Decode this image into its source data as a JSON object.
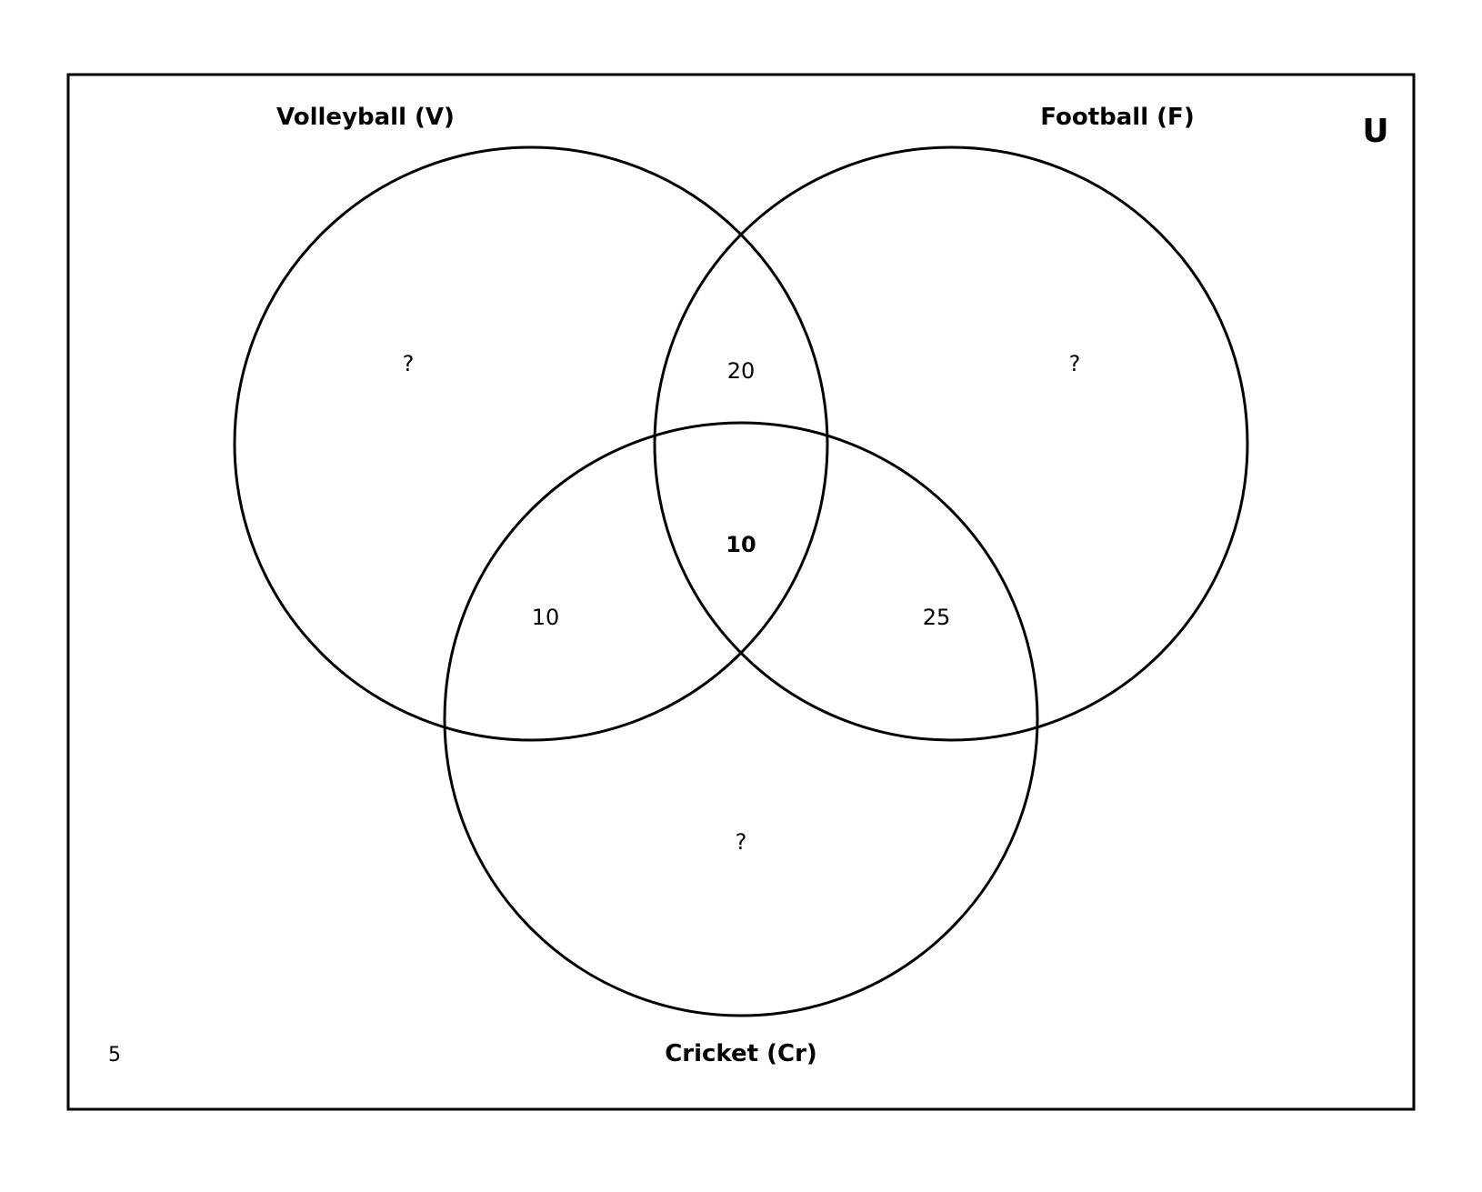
{
  "universe": {
    "label": "U"
  },
  "sets": {
    "volleyball": {
      "label": "Volleyball (V)"
    },
    "football": {
      "label": "Football (F)"
    },
    "cricket": {
      "label": "Cricket (Cr)"
    }
  },
  "regions": {
    "v_only": "?",
    "f_only": "?",
    "cr_only": "?",
    "v_and_f_only": "20",
    "v_and_cr_only": "10",
    "f_and_cr_only": "25",
    "all_three": "10",
    "outside": "5"
  },
  "colors": {
    "stroke": "#000000",
    "background": "#ffffff"
  }
}
